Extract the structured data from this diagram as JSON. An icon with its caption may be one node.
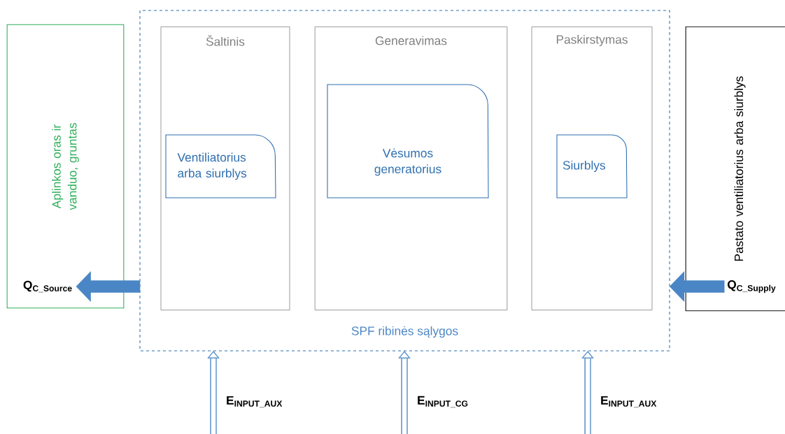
{
  "diagram": {
    "nodes": [
      {
        "text": [
          "Aplinkos oras ir vanduo, gruntas"
        ]
      },
      {
        "text": [
          "SPF ribinės sąlygos"
        ]
      },
      {
        "text": [
          "Šaltinis"
        ],
        "in": 1
      },
      {
        "text": [
          "Ventiliatorius arba siurblys"
        ],
        "in": 2
      },
      {
        "text": [
          "Generavimas"
        ],
        "in": 1
      },
      {
        "text": [
          "Vėsumos generatorius"
        ],
        "in": 4
      },
      {
        "text": [
          "Paskirstymas"
        ],
        "in": 1
      },
      {
        "text": [
          "Siurblys"
        ],
        "in": 6
      },
      {
        "text": [
          "Pastato ventiliatorius arba siurblys"
        ]
      }
    ],
    "edges": [
      {
        "from": 1,
        "to": 0,
        "arrow": "to",
        "label": "Q$_{C_Source}$",
        "style": "thick"
      },
      {
        "from": 8,
        "to": 1,
        "arrow": "to",
        "label": "Q$_{C_Supply}$",
        "style": "thick"
      },
      {
        "from": null,
        "to": 1,
        "arrow": "to",
        "label": "E$_{INPUT_AUX}$"
      },
      {
        "from": null,
        "to": 1,
        "arrow": "to",
        "label": "E$_{INPUT_CG}$"
      },
      {
        "from": null,
        "to": 1,
        "arrow": "to",
        "label": "E$_{INPUT_AUX}$"
      }
    ]
  }
}
